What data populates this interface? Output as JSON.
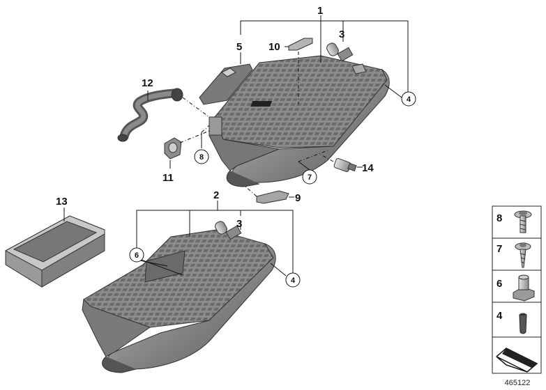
{
  "callouts": {
    "c1": "1",
    "c2": "2",
    "c3a": "3",
    "c3b": "3",
    "c4a": "4",
    "c4b": "4",
    "c5": "5",
    "c6": "6",
    "c7": "7",
    "c8": "8",
    "c9": "9",
    "c10": "10",
    "c11": "11",
    "c12": "12",
    "c13": "13",
    "c14": "14"
  },
  "legend": {
    "items": [
      "8",
      "7",
      "6",
      "4"
    ]
  },
  "reference_number": "465122",
  "colors": {
    "part_dark": "#6e6e6e",
    "part_mid": "#9a9a9a",
    "part_light": "#c4c4c4",
    "line": "#111111"
  }
}
